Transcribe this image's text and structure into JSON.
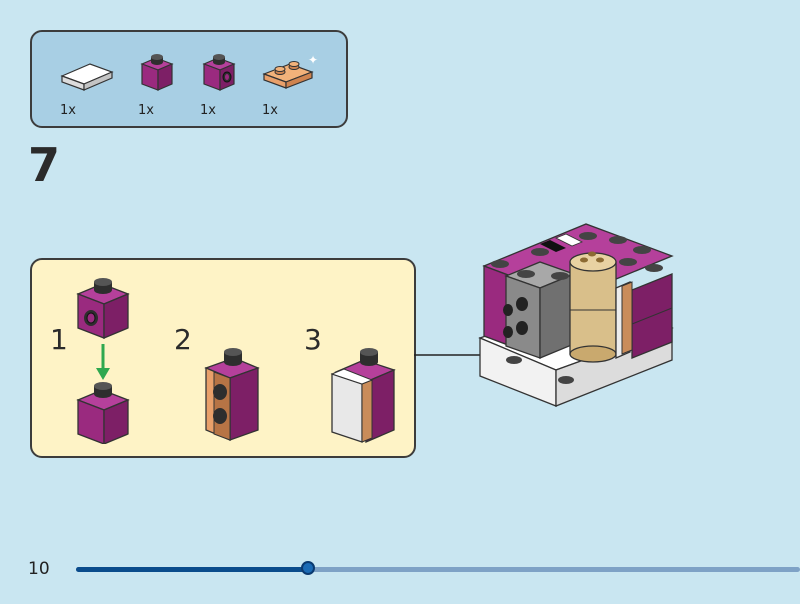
{
  "parts": [
    {
      "icon": "white-tile-1x2",
      "qty": "1x",
      "color": "#f2f2f2"
    },
    {
      "icon": "magenta-brick-1x1",
      "qty": "1x",
      "color": "#9a2a7f"
    },
    {
      "icon": "magenta-brick-1x1-side-stud",
      "qty": "1x",
      "color": "#9a2a7f"
    },
    {
      "icon": "tan-plate-1x2",
      "qty": "1x",
      "color": "#e9a06a"
    }
  ],
  "step": {
    "number": "7"
  },
  "substeps": [
    {
      "number": "1"
    },
    {
      "number": "2"
    },
    {
      "number": "3"
    }
  ],
  "page": {
    "number": "10"
  },
  "progress": {
    "fraction": 0.32
  },
  "colors": {
    "background": "#c9e6f1",
    "parts_box": "#a8cfe4",
    "substep_box": "#fef3c6",
    "magenta": "#9a2a7f",
    "arrow_green": "#2fa84f"
  }
}
